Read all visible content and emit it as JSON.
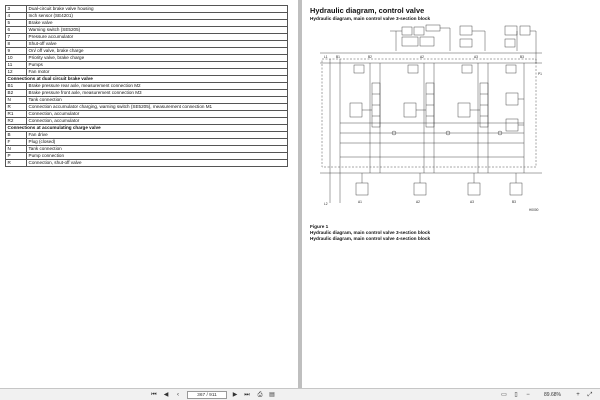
{
  "left_table": {
    "rows": [
      {
        "k": "3",
        "v": "Dual-circuit brake valve housing"
      },
      {
        "k": "4",
        "v": "Inch sensor (SE4201)"
      },
      {
        "k": "5",
        "v": "Brake valve"
      },
      {
        "k": "6",
        "v": "Warning switch (SE5205)"
      },
      {
        "k": "7",
        "v": "Pressure accumulator"
      },
      {
        "k": "8",
        "v": "Shut-off valve"
      },
      {
        "k": "9",
        "v": "On/ off valve, brake charge"
      },
      {
        "k": "10",
        "v": "Priority valve, brake charge"
      },
      {
        "k": "11",
        "v": "Pumps"
      },
      {
        "k": "12",
        "v": "Fan motor"
      },
      {
        "section": "Connections at dual circuit brake valve"
      },
      {
        "k": "B1",
        "v": "Brake pressure rear axle, measurement connection M2"
      },
      {
        "k": "B2",
        "v": "Brake pressure front axle, measurement connection M3"
      },
      {
        "k": "N",
        "v": "Tank connection"
      },
      {
        "k": "R",
        "v": "Connection accumulator charging, warning switch (SE5205), measurement connection M1"
      },
      {
        "k": "R1",
        "v": "Connection, accumulator"
      },
      {
        "k": "R2",
        "v": "Connection, accumulator"
      },
      {
        "section": "Connections at accumulating charge valve"
      },
      {
        "k": "B",
        "v": "Fan drive"
      },
      {
        "k": "F",
        "v": "Plug (closed)"
      },
      {
        "k": "N",
        "v": "Tank connection"
      },
      {
        "k": "P",
        "v": "Pump connection"
      },
      {
        "k": "R",
        "v": "Connection, shut-off valve"
      }
    ]
  },
  "right_page": {
    "title": "Hydraulic diagram, control valve",
    "subtitle": "Hydraulic diagram, main control valve 3-section block",
    "figure_label": "Figure 1",
    "figure_line1": "Hydraulic diagram, main control valve 3-section block",
    "figure_line2": "Hydraulic diagram, main control valve 4-section block",
    "diagram_code": "H0000"
  },
  "toolbar": {
    "page_indicator": "367 / 911",
    "zoom": "89.68%"
  }
}
